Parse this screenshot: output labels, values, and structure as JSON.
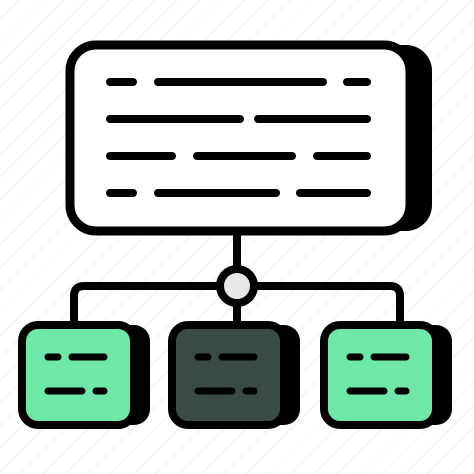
{
  "icon": {
    "name": "hierarchy-diagram-icon",
    "colors": {
      "outline": "#000000",
      "fill": "#ffffff",
      "shadow": "#000000",
      "node_accent": "#6ee7a8",
      "node_dark": "#3a4a48",
      "connector_node": "#e6e6e6",
      "background_stripe": "#efefef"
    },
    "child_nodes": [
      {
        "id": "left",
        "style": "accent"
      },
      {
        "id": "middle",
        "style": "dark"
      },
      {
        "id": "right",
        "style": "accent"
      }
    ]
  }
}
